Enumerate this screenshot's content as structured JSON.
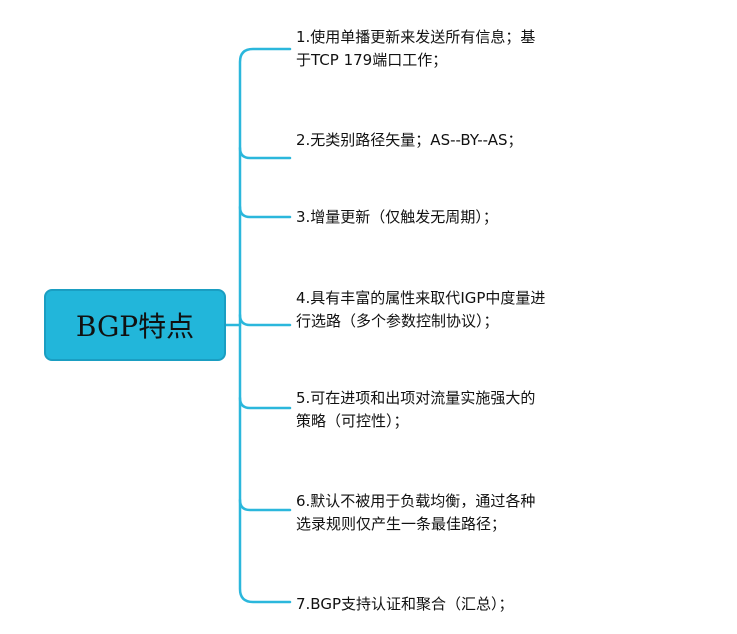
{
  "colors": {
    "root_fill": "#22b6da",
    "root_border": "#1a9ec2",
    "connector": "#2bb7dc"
  },
  "root": {
    "label": "BGP特点"
  },
  "branches": [
    {
      "text": "1.使用单播更新来发送所有信息；基\n于TCP 179端口工作；"
    },
    {
      "text": "2.无类别路径矢量；AS--BY--AS；"
    },
    {
      "text": "3.增量更新（仅触发无周期）；"
    },
    {
      "text": "4.具有丰富的属性来取代IGP中度量进\n行选路（多个参数控制协议）；"
    },
    {
      "text": "5.可在进项和出项对流量实施强大的\n策略（可控性）；"
    },
    {
      "text": "6.默认不被用于负载均衡，通过各种\n选录规则仅产生一条最佳路径；"
    },
    {
      "text": "7.BGP支持认证和聚合（汇总）；"
    }
  ]
}
